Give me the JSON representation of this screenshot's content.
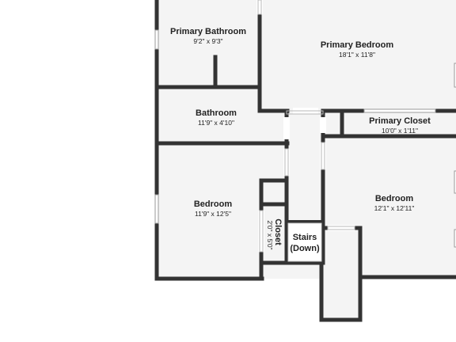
{
  "rooms": {
    "primary_bathroom": {
      "name": "Primary Bathroom",
      "dims": "9'2\" x 9'3\""
    },
    "primary_bedroom": {
      "name": "Primary Bedroom",
      "dims": "18'1\" x 11'8\""
    },
    "bathroom": {
      "name": "Bathroom",
      "dims": "11'9\" x 4'10\""
    },
    "primary_closet": {
      "name": "Primary Closet",
      "dims": "10'0\" x 1'11\""
    },
    "bedroom_left": {
      "name": "Bedroom",
      "dims": "11'9\" x 12'5\""
    },
    "bedroom_right": {
      "name": "Bedroom",
      "dims": "12'1\" x 12'11\""
    },
    "closet": {
      "name": "Closet",
      "dims": "2'0\" x 5'0\""
    },
    "stairs": {
      "line1": "Stairs",
      "line2": "(Down)"
    }
  },
  "colors": {
    "wall": "#333333",
    "floor": "#f4f4f4",
    "background": "#ffffff"
  }
}
